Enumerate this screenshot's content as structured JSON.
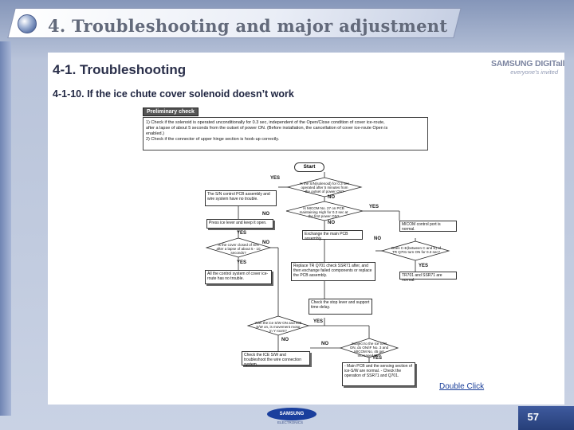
{
  "header": {
    "title": "4. Troubleshooting and major adjustment"
  },
  "section": {
    "title": "4-1. Troubleshooting",
    "subtitle": "4-1-10. If the ice chute cover solenoid doesn’t work"
  },
  "logo": {
    "main": "SAMSUNG DIGITall",
    "tagline": "everyone's invited"
  },
  "flowchart": {
    "preliminary_label": "Preliminary check",
    "preliminary_lines": [
      "1) Check if the solenoid is operated unconditionally for 0.3 sec, independent of the Open/Close condition of cover ice-route,",
      "after a lapse of about 5 seconds from the outset of power ON. (Before installation, the cancellation of cover ice-route Open is",
      "enabled.)",
      "2) Check if the connector of upper hinge section is hook-up correctly."
    ],
    "start": "Start",
    "d1": "Is the S/N(solenoid) for 0.3 sec operated after 5 minutes from the outset of power ON?",
    "b_sn_ok": "The S/N control PCB assembly and wire system have no trouble.",
    "d2": "Is MICOM No. 27 on PCB maintaining High for 0.3 sec at the first power ON?",
    "b_micom_ok": "MICOM control port is normal.",
    "b_press": "Press ice lever and keep it open.",
    "b_exchange": "Exchange the main PCB assembly.",
    "d3": "Is the cover closed of S/N after a lapse of about 5 - 10 seconds?",
    "d4": "Does C-E(between C and E) of TR Q701 turn ON for 0.3 sec?",
    "b_replace": "Replace TR Q701 check SSR71 after, and then exchange failed components or replace the PCB assembly.",
    "b_ctrl_ok": "All the control system of cover ice-route has no trouble.",
    "b_tr_ok": "TR701 and SSR71 are normal.",
    "b_stop": "Check the stop lever and support time-delay.",
    "d5": "With the ice S/W ON and ICE S/W on, is movement motor in Y room?",
    "d6": "Subject to the ice S/W ON, do ON/IF No. 3 and MICOM No. 45 get increased 5V?",
    "b_check_ice": "Check the ICE S/W and troubleshoot the wire connection system.",
    "b_main": "- Main PCB and the sensing section of ice-S/W are normal. - Check the operation of SSR71 and Q701.",
    "yes": "YES",
    "no": "NO"
  },
  "links": {
    "double_click": "Double Click"
  },
  "footer": {
    "brand": "SAMSUNG",
    "brand_sub": "ELECTRONICS",
    "page_number": "57"
  }
}
